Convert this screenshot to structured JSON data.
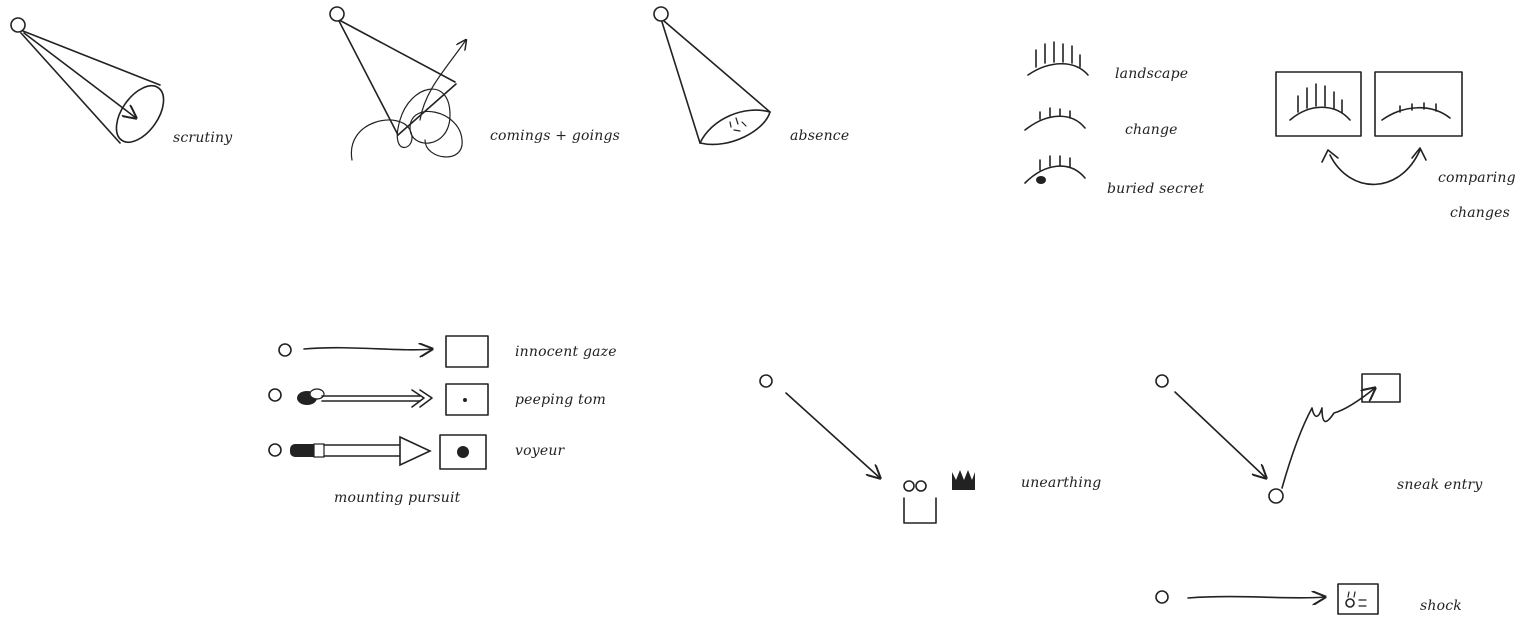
{
  "glyphs": {
    "scrutiny": "scrutiny",
    "comings_goings": "comings + goings",
    "absence": "absence",
    "landscape": "landscape",
    "change": "change",
    "buried_secret": "buried secret",
    "comparing_changes_line1": "comparing",
    "comparing_changes_line2": "changes",
    "innocent_gaze": "innocent gaze",
    "peeping_tom": "peeping tom",
    "voyeur": "voyeur",
    "mounting_pursuit": "mounting pursuit",
    "unearthing": "unearthing",
    "sneak_entry": "sneak entry",
    "shock": "shock"
  },
  "colors": {
    "ink": "#222222",
    "paper": "#ffffff"
  }
}
